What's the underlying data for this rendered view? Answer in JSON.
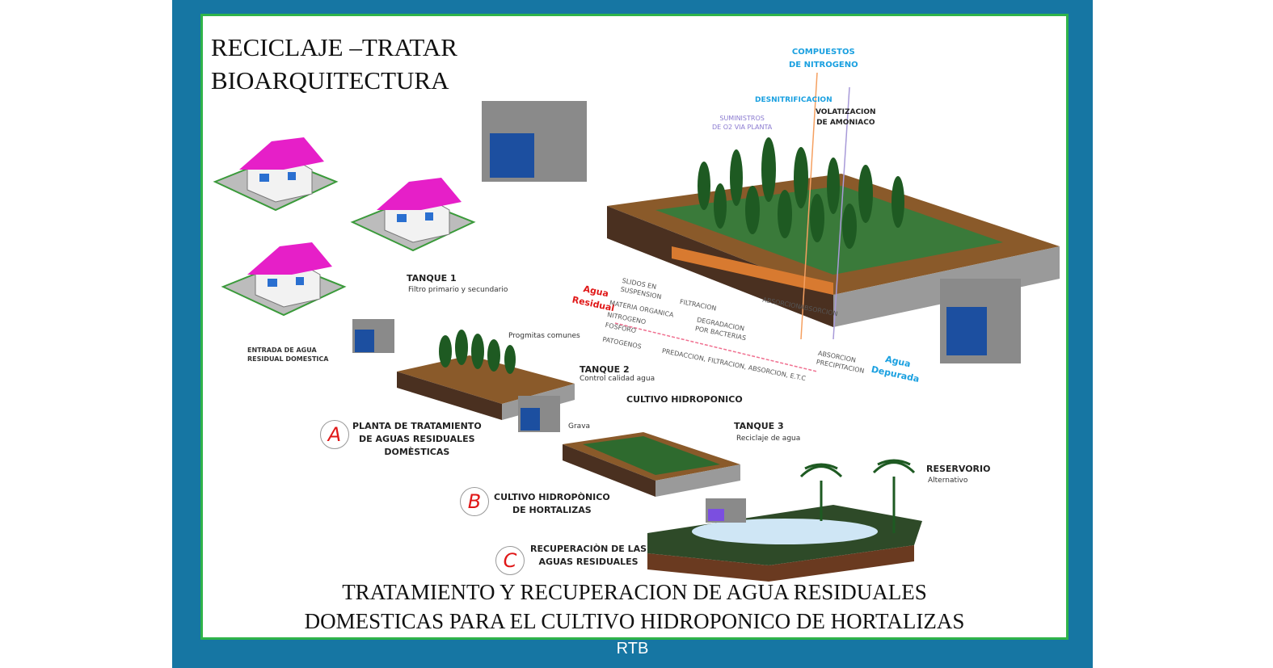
{
  "title": {
    "line1": "RECICLAJE –TRATAR",
    "line2": "BIOARQUITECTURA"
  },
  "caption": {
    "line1": "TRATAMIENTO Y RECUPERACION  DE AGUA RESIDUALES",
    "line2": "DOMESTICAS  PARA EL CULTIVO  HIDROPONICO DE HORTALIZAS"
  },
  "footer": "RTB",
  "labels": {
    "compuestos": [
      "COMPUESTOS",
      "DE NITROGENO"
    ],
    "desnitrificacion": "DESNITRIFICACION",
    "suministros": [
      "SUMINISTROS",
      "DE O2 VIA PLANTA"
    ],
    "volatizacion": [
      "VOLATIZACION",
      "DE AMONIACO"
    ],
    "tanque1": "TANQUE 1",
    "tanque1_sub": "Filtro primario y secundario",
    "entrada": [
      "ENTRADA DE AGUA",
      "RESIDUAL DOMESTICA"
    ],
    "progmitas": "Progmitas comunes",
    "tanque2": "TANQUE 2",
    "tanque2_sub": "Control calidad agua",
    "cultivo": "CULTIVO HIDROPONICO",
    "grava": "Grava",
    "tanque3": "TANQUE 3",
    "tanque3_sub": "Reciclaje de agua",
    "reservorio": "RESERVORIO",
    "reservorio_sub": "Alternativo",
    "agua_residual": [
      "Agua",
      "Residual"
    ],
    "agua_depurada": [
      "Agua",
      "Depurada"
    ],
    "solidos": [
      "SLIDOS EN",
      "SUSPENSION"
    ],
    "filtracion": "FILTRACION",
    "materia": "MATERIA ORGANICA",
    "degradacion": [
      "DEGRADACION",
      "POR BACTERIAS"
    ],
    "nitrogeno": "NITROGENO",
    "fosforo": "FOSFORO",
    "patogenos": "PATOGENOS",
    "predaccion": "PREDACCION, FILTRACION, ABSORCION, E.T.C",
    "absorcion1": "ABSORCION",
    "absorcion2": "ABSORCION",
    "absorcion_prec": [
      "ABSORCION",
      "PRECIPITACION"
    ]
  },
  "stages": [
    {
      "letter": "A",
      "text": [
        "PLANTA DE TRATAMIENTO",
        "DE AGUAS RESIDUALES",
        "DOMÈSTICAS"
      ]
    },
    {
      "letter": "B",
      "text": [
        "CULTIVO HIDROPÒNICO",
        "DE HORTALIZAS"
      ]
    },
    {
      "letter": "C",
      "text": [
        "RECUPERACIÒN DE LAS",
        "AGUAS RESIDUALES"
      ]
    }
  ],
  "colors": {
    "panel": "#1676a3",
    "border": "#2fb34a",
    "roof": "#e61fc8",
    "red": "#e01818",
    "cyan": "#1aa0e0"
  }
}
